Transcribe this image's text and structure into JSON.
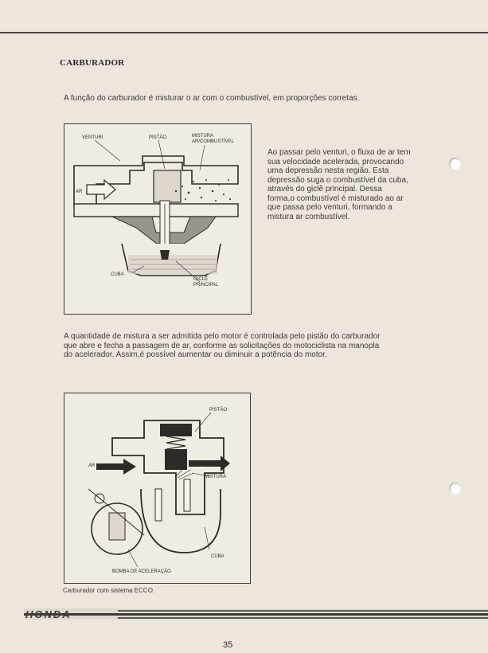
{
  "section": {
    "title": "CARBURADOR"
  },
  "intro": "A função do carburador é misturar o ar com o combustível, em proporções corretas.",
  "figure1": {
    "labels": {
      "venturi": "VENTURI",
      "pistao": "PISTÃO",
      "mistura_l1": "MISTURA",
      "mistura_l2": "AR/COMBUSTÍVEL",
      "ar": "AR",
      "cuba": "CUBA",
      "gicle_l1": "GICLÊ",
      "gicle_l2": "PRINCIPAL"
    }
  },
  "side_text": "Ao passar pelo venturi, o fluxo de ar tem sua velocidade acelerada, provocando uma depressão nesta região. Esta depressão suga o combustível da cuba, através do giclê principal. Dessa forma,o combustível é misturado ao ar que passa pelo venturi, formando a mistura ar combustível.",
  "control_text": "A quantidade de mistura a ser admitida pelo motor é controlada pelo pistão do carburador que abre e fecha a passagem de ar, conforme as solicitações do motociclista na manopla do acelerador. Assim,é possível aumentar ou diminuir a potência do motor.",
  "figure2": {
    "labels": {
      "pistao": "PISTÃO",
      "ar": "AR",
      "mistura": "MISTURA",
      "cuba": "CUBA",
      "bomba": "BOMBA DE ACELERAÇÃO"
    }
  },
  "caption": "Carburador com sistema ECCO.",
  "footer": {
    "logo": "HONDA"
  },
  "page_number": "35"
}
